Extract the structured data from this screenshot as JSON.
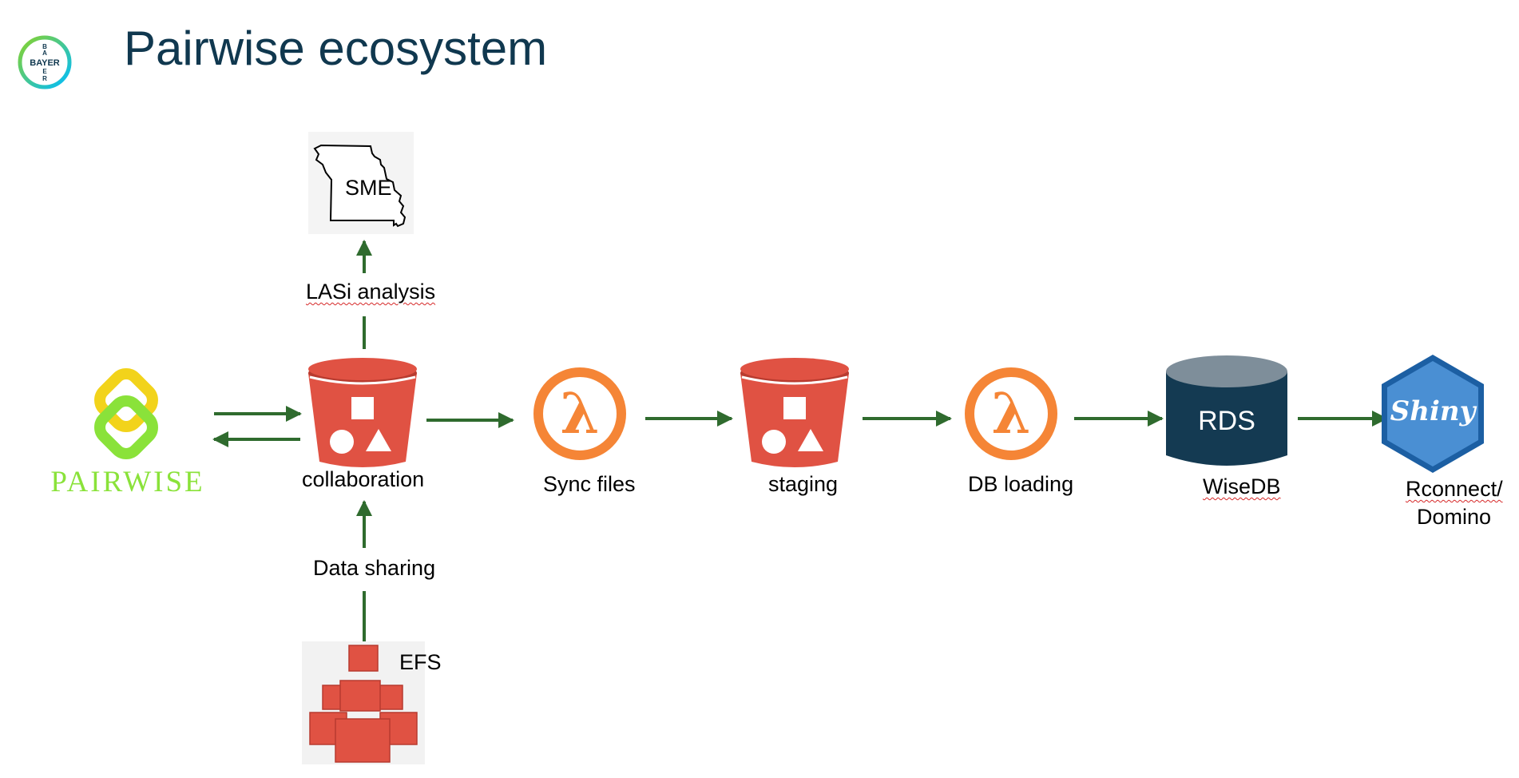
{
  "header": {
    "title": "Pairwise ecosystem",
    "logo": {
      "name": "bayer-logo",
      "text": "BAYER"
    }
  },
  "nodes": {
    "pairwise": {
      "label": "PAIRWISE",
      "icon": "pairwise-logo-icon"
    },
    "sme": {
      "label": "SME",
      "icon": "missouri-state-outline-icon"
    },
    "collaboration": {
      "label": "collaboration",
      "icon": "s3-bucket-icon"
    },
    "efs": {
      "label": "EFS",
      "icon": "efs-cubes-icon"
    },
    "sync_files": {
      "label": "Sync files",
      "icon": "lambda-icon"
    },
    "staging": {
      "label": "staging",
      "icon": "s3-bucket-icon"
    },
    "db_loading": {
      "label": "DB loading",
      "icon": "lambda-icon"
    },
    "rds": {
      "label": "RDS",
      "caption": "WiseDB",
      "icon": "database-cylinder-icon"
    },
    "shiny": {
      "label": "Shiny",
      "caption_line1": "Rconnect/",
      "caption_line2": "Domino",
      "icon": "shiny-hex-icon"
    }
  },
  "edges": {
    "lasi": "LASi analysis",
    "data_sharing": "Data sharing"
  },
  "colors": {
    "title": "#10384F",
    "arrow": "#2F6B2E",
    "bucket": "#E05243",
    "lambda": "#F58536",
    "rds": "#143A52",
    "rds_top": "#7E8E9A",
    "shiny": "#4A8FD3",
    "pairwise_green": "#8AE23A",
    "pairwise_yellow": "#F2D31B"
  }
}
